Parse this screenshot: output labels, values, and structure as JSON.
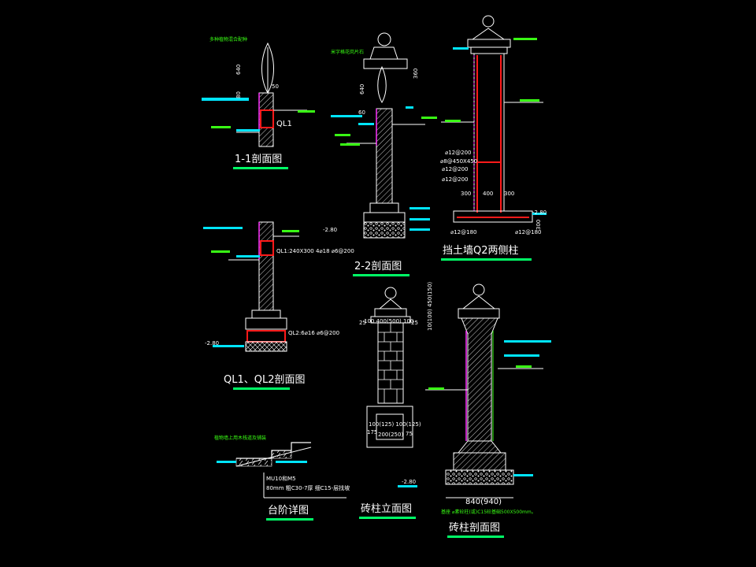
{
  "titles": {
    "s11": "1-1剖面图",
    "s22": "2-2剖面图",
    "wall_q2": "挡土墙Q2两侧柱",
    "ql12": "QL1、QL2剖面图",
    "pillar_elev": "砖柱立面图",
    "step_detail": "台阶详图",
    "pillar_sect": "砖柱剖面图"
  },
  "labels": {
    "ql1": "QL1",
    "ql1_spec": "QL1:240X300 4⌀18 ⌀6@200",
    "ql2_spec": "QL2:6⌀16 ⌀6@200",
    "lvl_280": "-2.80",
    "rebar_1": "⌀12@200",
    "rebar_2": "⌀8@450X450",
    "rebar_3": "⌀12@200",
    "rebar_4": "⌀12@200",
    "rebar_5": "⌀12@180",
    "rebar_6": "⌀12@180",
    "d300a": "300",
    "d400": "400",
    "d300b": "300",
    "d640": "640",
    "d80": "80",
    "d50": "50",
    "d360": "360",
    "d300c": "300",
    "mu10": "MU10和M5",
    "step_note": "80mm 粗C30-7厚 细C15-层找坡",
    "elev_top": "100 400(500) 100",
    "elev_sq_top": "100(125) 100(125)",
    "elev_sq_bot": "200(250)",
    "elev_25a": "25",
    "elev_25b": "25",
    "elev_175a": "175",
    "elev_175b": "75",
    "elev_vert": "10(100) 450(150)",
    "base_width": "840(940)",
    "base_note": "基座 ⌀素砼柱(或)C15砼基础500X500mm。"
  },
  "colors": {
    "line": "#ffffff",
    "green": "#39ff14",
    "cyan": "#00e5ff",
    "red": "#ff1a1a",
    "magenta": "#ff33ff",
    "title_bar": "#00ff66"
  }
}
